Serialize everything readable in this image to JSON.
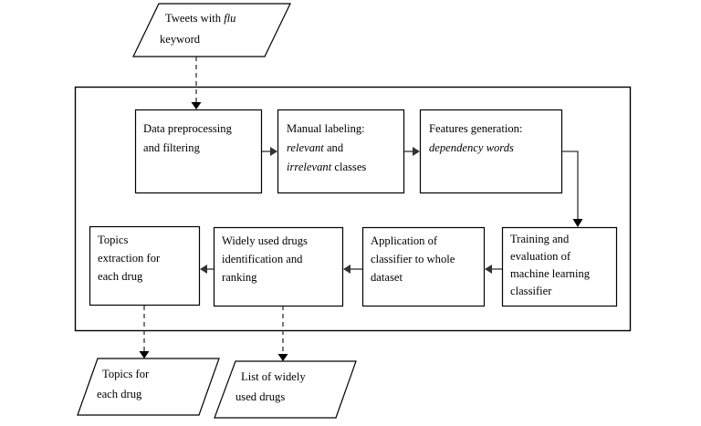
{
  "diagram": {
    "title": "Flu tweets analysis pipeline flowchart",
    "colors": {
      "stroke": "#000000",
      "arrow": "#333333",
      "background": "#ffffff"
    },
    "input_node": {
      "id": "tweets-input",
      "shape": "parallelogram",
      "lines": [
        {
          "pre": "Tweets with ",
          "em": "flu",
          "post": ""
        },
        {
          "pre": "keyword",
          "em": "",
          "post": ""
        }
      ]
    },
    "process_nodes": [
      {
        "id": "data-preprocessing",
        "shape": "rectangle",
        "lines": [
          {
            "pre": "Data preprocessing",
            "em": "",
            "post": ""
          },
          {
            "pre": "and filtering",
            "em": "",
            "post": ""
          }
        ]
      },
      {
        "id": "manual-labeling",
        "shape": "rectangle",
        "lines": [
          {
            "pre": "Manual labeling:",
            "em": "",
            "post": ""
          },
          {
            "pre": "",
            "em": "relevant",
            "post": " and"
          },
          {
            "pre": "",
            "em": "irrelevant",
            "post": " classes"
          }
        ]
      },
      {
        "id": "features-generation",
        "shape": "rectangle",
        "lines": [
          {
            "pre": "Features generation:",
            "em": "",
            "post": ""
          },
          {
            "pre": "",
            "em": "dependency words",
            "post": ""
          }
        ]
      },
      {
        "id": "training-evaluation",
        "shape": "rectangle",
        "lines": [
          {
            "pre": "Training and",
            "em": "",
            "post": ""
          },
          {
            "pre": "evaluation of",
            "em": "",
            "post": ""
          },
          {
            "pre": "machine learning",
            "em": "",
            "post": ""
          },
          {
            "pre": "classifier",
            "em": "",
            "post": ""
          }
        ]
      },
      {
        "id": "classifier-application",
        "shape": "rectangle",
        "lines": [
          {
            "pre": "Application of",
            "em": "",
            "post": ""
          },
          {
            "pre": "classifier to whole",
            "em": "",
            "post": ""
          },
          {
            "pre": "dataset",
            "em": "",
            "post": ""
          }
        ]
      },
      {
        "id": "drugs-identification",
        "shape": "rectangle",
        "lines": [
          {
            "pre": "Widely used drugs",
            "em": "",
            "post": ""
          },
          {
            "pre": "identification and",
            "em": "",
            "post": ""
          },
          {
            "pre": "ranking",
            "em": "",
            "post": ""
          }
        ]
      },
      {
        "id": "topics-extraction",
        "shape": "rectangle",
        "lines": [
          {
            "pre": "Topics",
            "em": "",
            "post": ""
          },
          {
            "pre": "extraction for",
            "em": "",
            "post": ""
          },
          {
            "pre": "each drug",
            "em": "",
            "post": ""
          }
        ]
      }
    ],
    "output_nodes": [
      {
        "id": "topics-output",
        "shape": "parallelogram",
        "lines": [
          {
            "pre": "Topics for",
            "em": "",
            "post": ""
          },
          {
            "pre": "each drug",
            "em": "",
            "post": ""
          }
        ]
      },
      {
        "id": "drugs-list-output",
        "shape": "parallelogram",
        "lines": [
          {
            "pre": "List of widely",
            "em": "",
            "post": ""
          },
          {
            "pre": "used drugs",
            "em": "",
            "post": ""
          }
        ]
      }
    ],
    "connectors": [
      {
        "id": "tweets-to-preprocessing",
        "style": "dashed",
        "from": "tweets-input",
        "to": "data-preprocessing"
      },
      {
        "id": "preprocessing-to-labeling",
        "style": "solid",
        "from": "data-preprocessing",
        "to": "manual-labeling"
      },
      {
        "id": "labeling-to-features",
        "style": "solid",
        "from": "manual-labeling",
        "to": "features-generation"
      },
      {
        "id": "features-to-training",
        "style": "solid",
        "from": "features-generation",
        "to": "training-evaluation"
      },
      {
        "id": "training-to-application",
        "style": "solid",
        "from": "training-evaluation",
        "to": "classifier-application"
      },
      {
        "id": "application-to-drugs",
        "style": "solid",
        "from": "classifier-application",
        "to": "drugs-identification"
      },
      {
        "id": "drugs-to-topics",
        "style": "solid",
        "from": "drugs-identification",
        "to": "topics-extraction"
      },
      {
        "id": "topics-to-topics-output",
        "style": "dashed",
        "from": "topics-extraction",
        "to": "topics-output"
      },
      {
        "id": "drugs-to-drugs-output",
        "style": "dashed",
        "from": "drugs-identification",
        "to": "drugs-list-output"
      }
    ]
  }
}
